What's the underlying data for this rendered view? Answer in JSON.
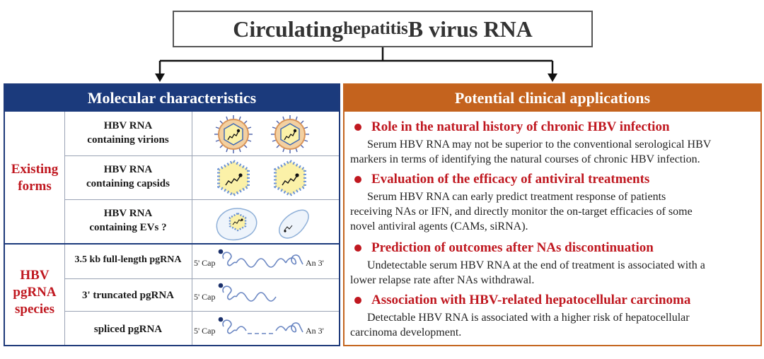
{
  "title": {
    "part1": "Circulating ",
    "part2": "hepatitis",
    "part3": " B virus RNA"
  },
  "left_panel": {
    "header": "Molecular characteristics",
    "groups": [
      {
        "label_lines": [
          "Existing",
          "forms"
        ]
      },
      {
        "label_lines": [
          "HBV",
          "pgRNA",
          "species"
        ]
      }
    ],
    "rows": [
      {
        "lines": [
          "HBV RNA",
          "containing virions"
        ]
      },
      {
        "lines": [
          "HBV RNA",
          "containing capsids"
        ]
      },
      {
        "lines": [
          "HBV RNA",
          "containing EVs ?"
        ]
      },
      {
        "lines": [
          "3.5 kb full-length pgRNA"
        ]
      },
      {
        "lines": [
          "3' truncated pgRNA"
        ]
      },
      {
        "lines": [
          "spliced pgRNA"
        ]
      }
    ],
    "rna_labels": {
      "cap": "5' Cap",
      "tail": "An 3'"
    }
  },
  "right_panel": {
    "header": "Potential clinical applications",
    "applications": [
      {
        "heading": "Role in the natural history of chronic HBV infection",
        "lines": [
          "Serum HBV RNA may not be superior to the conventional serological HBV",
          "markers in terms of identifying the natural courses of chronic HBV infection."
        ]
      },
      {
        "heading": "Evaluation of the efficacy of antiviral treatments",
        "lines": [
          "Serum HBV RNA can early predict treatment response of patients",
          "receiving NAs or IFN, and directly monitor the on-target efficacies of some",
          "novel antiviral agents (CAMs, siRNA)."
        ]
      },
      {
        "heading": "Prediction of outcomes after NAs discontinuation",
        "lines": [
          "Undetectable serum HBV RNA at the end of treatment is associated with a",
          "lower relapse rate after NAs withdrawal."
        ]
      },
      {
        "heading": "Association with HBV-related hepatocellular carcinoma",
        "lines": [
          "Detectable HBV RNA is associated with a higher risk of hepatocellular",
          "carcinoma development."
        ]
      }
    ]
  },
  "colors": {
    "navy": "#1b3a7c",
    "orange": "#c4631e",
    "red": "#c01820",
    "rna": "#6a86c2"
  }
}
